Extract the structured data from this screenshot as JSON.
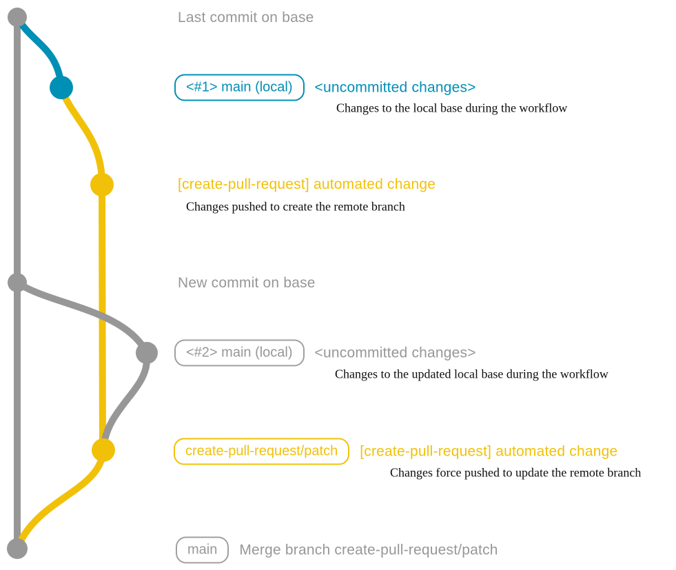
{
  "diagram": {
    "type": "git-graph",
    "colors": {
      "base_branch": "#979797",
      "local_branch": "#008fb5",
      "patch_branch": "#f1c109",
      "annotation_text": "#0d0d0d"
    },
    "branches": [
      {
        "name": "base",
        "color": "#979797"
      },
      {
        "name": "main (local)",
        "color": "#008fb5"
      },
      {
        "name": "create-pull-request/patch",
        "color": "#f1c109"
      }
    ]
  },
  "commits": [
    {
      "id": "last-commit-on-base",
      "message": "Last commit on base"
    },
    {
      "id": "uncommitted-changes-1",
      "branch_label": "<#1> main (local)",
      "message": "<uncommitted changes>",
      "annotation": "Changes to the local base during the workflow"
    },
    {
      "id": "automated-change-1",
      "message": "[create-pull-request] automated change",
      "annotation": "Changes pushed to create the remote branch"
    },
    {
      "id": "new-commit-on-base",
      "message": "New commit on base"
    },
    {
      "id": "uncommitted-changes-2",
      "branch_label": "<#2> main (local)",
      "message": "<uncommitted changes>",
      "annotation": "Changes to the updated local base during the workflow"
    },
    {
      "id": "automated-change-2",
      "branch_label": "create-pull-request/patch",
      "message": "[create-pull-request] automated change",
      "annotation": "Changes force pushed to update the remote branch"
    },
    {
      "id": "merge-commit",
      "branch_label": "main",
      "message": "Merge branch create-pull-request/patch"
    }
  ]
}
